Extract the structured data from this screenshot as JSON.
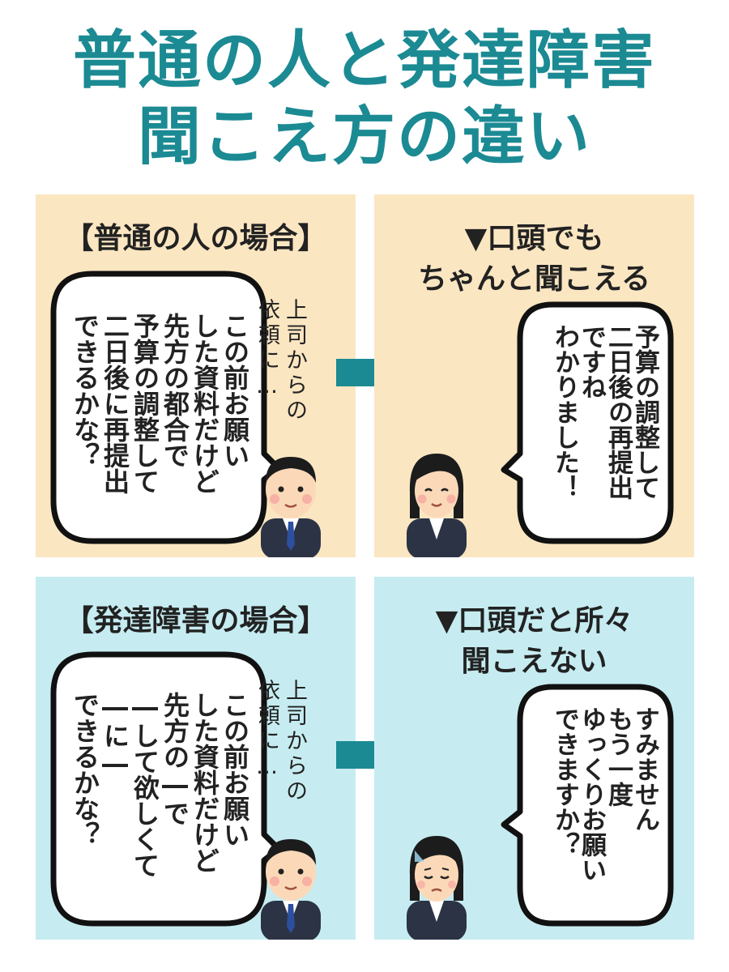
{
  "title": {
    "line1": "普通の人と発達障害",
    "line2": "聞こえ方の違い"
  },
  "panels": {
    "normal_boss": {
      "heading": "【普通の人の場合】",
      "narration": [
        "上司からの",
        "依頼に…"
      ],
      "speech": [
        "この前お願い",
        "した資料だけど",
        "先方の都合で",
        "予算の調整して",
        "二日後に再提出",
        "できるかな？"
      ]
    },
    "normal_reply": {
      "heading": [
        "▼口頭でも",
        "ちゃんと聞こえる"
      ],
      "speech": [
        "予算の調整して",
        "二日後の再提出",
        "ですね",
        "わかりました！"
      ]
    },
    "dev_boss": {
      "heading": "【発達障害の場合】",
      "narration": [
        "上司からの",
        "依頼に…"
      ],
      "speech": [
        "この前お願い",
        "した資料だけど",
        "先方の―で",
        "―して欲しくて",
        "―に―",
        "できるかな？"
      ]
    },
    "dev_reply": {
      "heading": [
        "▼口頭だと所々",
        "聞こえない"
      ],
      "speech": [
        "すみません",
        "もう一度",
        "ゆっくりお願い",
        "できますか？"
      ]
    }
  },
  "colors": {
    "title": "#1b8a93",
    "normal_bg": "#fbe6c2",
    "dev_bg": "#c6ecf1",
    "arrow": "#1b8a93"
  },
  "icons": [
    "man-suit-icon",
    "woman-suit-smiling-icon",
    "woman-suit-worried-icon",
    "right-arrow-icon"
  ]
}
